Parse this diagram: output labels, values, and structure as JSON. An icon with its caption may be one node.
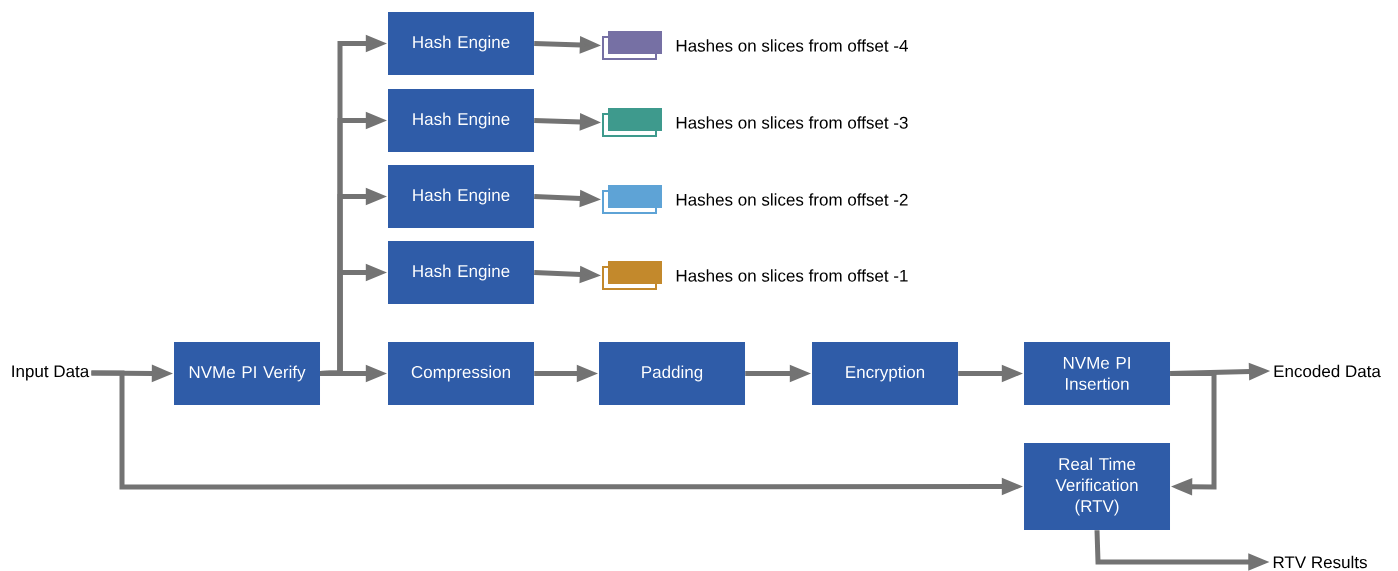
{
  "diagram": {
    "nodes": [
      {
        "text": [
          "Input Data"
        ]
      },
      {
        "text": [
          "NVMe PI Verify"
        ]
      },
      {
        "text": [
          "Hash Engine"
        ]
      },
      {
        "text": [
          "Hash Engine"
        ]
      },
      {
        "text": [
          "Hash Engine"
        ]
      },
      {
        "text": [
          "Hash Engine"
        ]
      },
      {
        "text": [],
        "shape": "box",
        "beside": [
          "Hashes on slices from offset -4"
        ]
      },
      {
        "text": [],
        "shape": "box",
        "beside": [
          "Hashes on slices from offset -3"
        ]
      },
      {
        "text": [],
        "shape": "box",
        "beside": [
          "Hashes on slices from offset -2"
        ]
      },
      {
        "text": [],
        "shape": "box",
        "beside": [
          "Hashes on slices from offset -1"
        ]
      },
      {
        "text": [
          "Compression"
        ]
      },
      {
        "text": [
          "Padding"
        ]
      },
      {
        "text": [
          "Encryption"
        ]
      },
      {
        "text": [
          "NVMe PI Insertion"
        ]
      },
      {
        "text": [
          "Encoded Data"
        ]
      },
      {
        "text": [
          "Real Time Verification (RTV)"
        ]
      },
      {
        "text": [
          "RTV Results"
        ]
      }
    ],
    "edges": [
      {
        "from": 0,
        "to": 1,
        "arrow": "to"
      },
      {
        "from": 0,
        "to": 15,
        "arrow": "to"
      },
      {
        "from": 1,
        "to": 2,
        "arrow": "to"
      },
      {
        "from": 1,
        "to": 3,
        "arrow": "to"
      },
      {
        "from": 1,
        "to": 4,
        "arrow": "to"
      },
      {
        "from": 1,
        "to": 5,
        "arrow": "to"
      },
      {
        "from": 1,
        "to": 10,
        "arrow": "to"
      },
      {
        "from": 2,
        "to": 6,
        "arrow": "to"
      },
      {
        "from": 3,
        "to": 7,
        "arrow": "to"
      },
      {
        "from": 4,
        "to": 8,
        "arrow": "to"
      },
      {
        "from": 5,
        "to": 9,
        "arrow": "to"
      },
      {
        "from": 10,
        "to": 11,
        "arrow": "to"
      },
      {
        "from": 11,
        "to": 12,
        "arrow": "to"
      },
      {
        "from": 12,
        "to": 13,
        "arrow": "to"
      },
      {
        "from": 13,
        "to": 14,
        "arrow": "to"
      },
      {
        "from": 13,
        "to": 15,
        "arrow": "to"
      },
      {
        "from": 15,
        "to": 16,
        "arrow": "to"
      }
    ]
  }
}
